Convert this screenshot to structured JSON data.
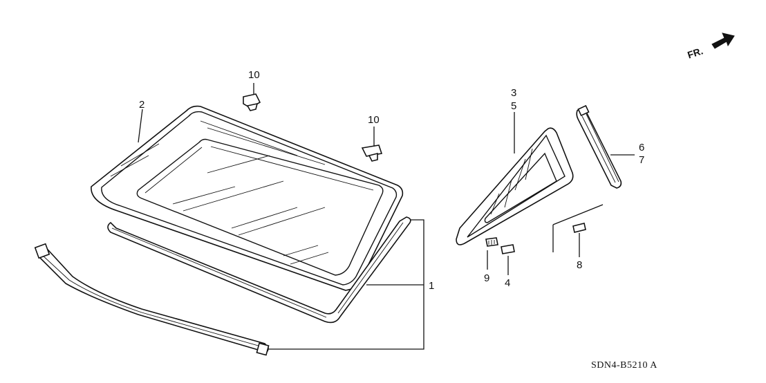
{
  "diagram": {
    "orientation": "FR.",
    "code": "SDN4-B5210 A",
    "labels": {
      "p1": "1",
      "p2": "2",
      "p3": "3",
      "p4": "4",
      "p5": "5",
      "p6": "6",
      "p7": "7",
      "p8": "8",
      "p9": "9",
      "p10a": "10",
      "p10b": "10"
    }
  }
}
